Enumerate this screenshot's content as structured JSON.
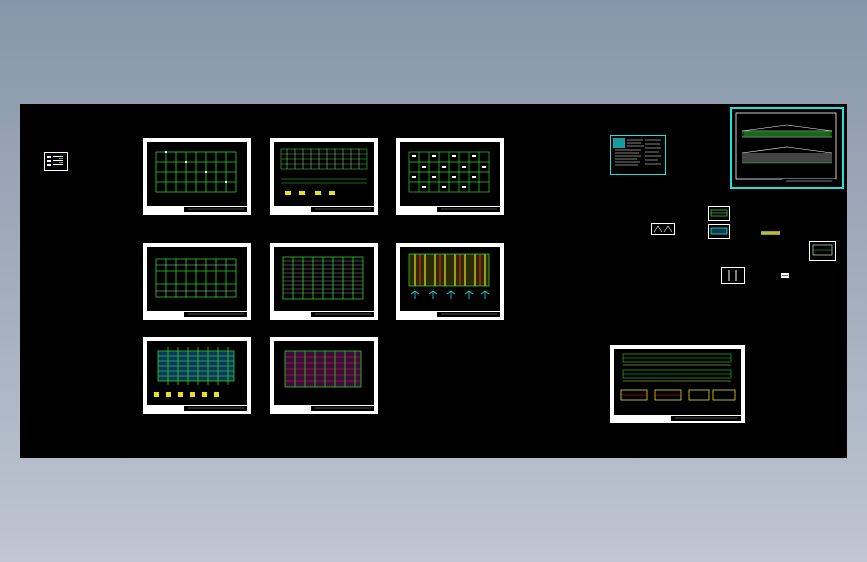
{
  "app": {
    "background_top": "#8797a9",
    "background_bottom": "#c0c6d2",
    "canvas_color": "#000000",
    "line_green": "#2bd12b",
    "line_cyan": "#22e0e0",
    "line_yellow": "#e8e020",
    "line_red": "#e02020",
    "line_white": "#ffffff"
  },
  "sheets": [
    {
      "id": "s1",
      "kind": "grid-plan"
    },
    {
      "id": "s2",
      "kind": "frame-elevation"
    },
    {
      "id": "s3",
      "kind": "dense-plan"
    },
    {
      "id": "s4",
      "kind": "grid-plan"
    },
    {
      "id": "s5",
      "kind": "roof-plan"
    },
    {
      "id": "s6",
      "kind": "color-plan"
    },
    {
      "id": "s7",
      "kind": "cyan-plan"
    },
    {
      "id": "s8",
      "kind": "red-plan"
    },
    {
      "id": "s9",
      "kind": "elevations"
    },
    {
      "id": "s10",
      "kind": "section-details"
    }
  ]
}
